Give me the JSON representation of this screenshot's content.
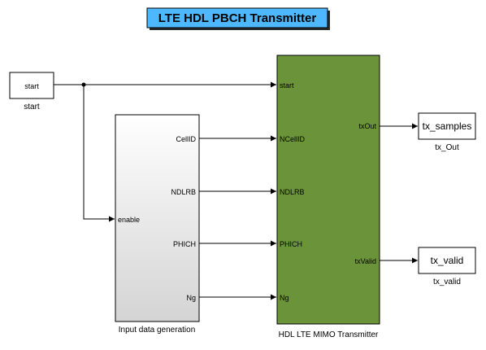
{
  "title": "LTE HDL PBCH Transmitter",
  "colors": {
    "title_fill": "#4db8ff",
    "transmitter_fill": "#6b943a",
    "wire": "#000000"
  },
  "blocks": {
    "start_source": {
      "label": "start",
      "caption": "start"
    },
    "input_gen": {
      "caption": "Input data generation",
      "in_ports": [
        "enable"
      ],
      "out_ports": [
        "CellID",
        "NDLRB",
        "PHICH",
        "Ng"
      ]
    },
    "transmitter": {
      "caption": "HDL LTE MIMO Transmitter",
      "in_ports": [
        "start",
        "NCellID",
        "NDLRB",
        "PHICH",
        "Ng"
      ],
      "out_ports": [
        "txOut",
        "txValid"
      ]
    },
    "tx_samples_sink": {
      "label": "tx_samples",
      "caption": "tx_Out"
    },
    "tx_valid_sink": {
      "label": "tx_valid",
      "caption": "tx_valid"
    }
  }
}
